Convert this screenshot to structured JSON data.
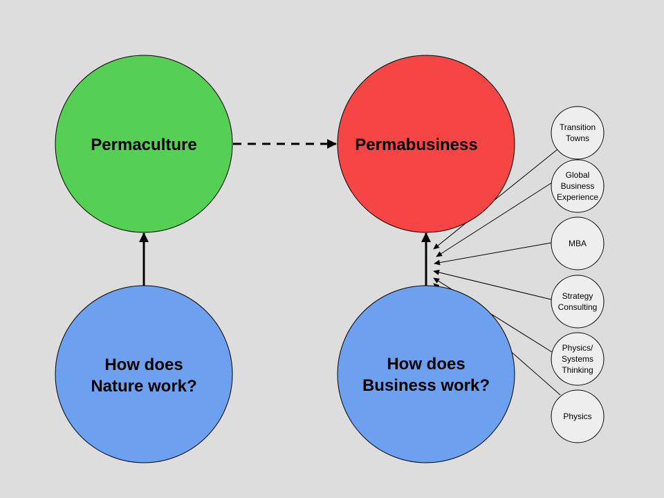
{
  "colors": {
    "background": "#dddddd",
    "permaculture": "#55d055",
    "permabusiness": "#f54545",
    "question": "#6da0ee",
    "influence": "#eeeeee",
    "stroke": "#000000"
  },
  "nodes": {
    "permaculture": {
      "lines": [
        "Permaculture"
      ]
    },
    "permabusiness": {
      "lines": [
        "Permabusiness"
      ]
    },
    "nature_question": {
      "lines": [
        "How does",
        "Nature work?"
      ]
    },
    "business_question": {
      "lines": [
        "How does",
        "Business work?"
      ]
    }
  },
  "influences": [
    {
      "id": "transition-towns",
      "lines": [
        "Transition",
        "Towns"
      ]
    },
    {
      "id": "global-business-experience",
      "lines": [
        "Global",
        "Business",
        "Experience"
      ]
    },
    {
      "id": "mba",
      "lines": [
        "MBA"
      ]
    },
    {
      "id": "strategy-consulting",
      "lines": [
        "Strategy",
        "Consulting"
      ]
    },
    {
      "id": "physics-systems-thinking",
      "lines": [
        "Physics/",
        "Systems",
        "Thinking"
      ]
    },
    {
      "id": "physics",
      "lines": [
        "Physics"
      ]
    }
  ],
  "edges": [
    {
      "from": "nature_question",
      "to": "permaculture",
      "style": "solid"
    },
    {
      "from": "business_question",
      "to": "permabusiness",
      "style": "solid"
    },
    {
      "from": "permaculture",
      "to": "permabusiness",
      "style": "dashed"
    }
  ]
}
